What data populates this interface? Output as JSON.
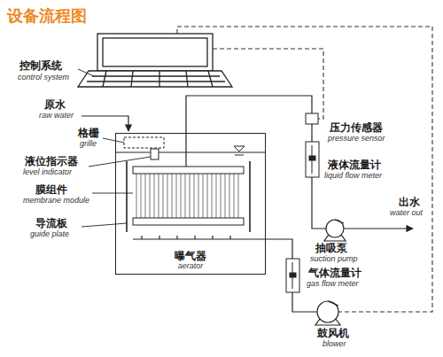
{
  "diagram": {
    "title": "设备流程图",
    "nodes": [
      {
        "text": [
          "曝气器",
          "aerator"
        ]
      }
    ],
    "labels": [
      "控制系统",
      "control system",
      "原水",
      "raw water",
      "格栅",
      "grille",
      "液位指示器",
      "level indicator",
      "膜组件",
      "membrane module",
      "导流板",
      "guide plate",
      "压力传感器",
      "pressure sensor",
      "液体流量计",
      "liquid flow meter",
      "出水",
      "water out",
      "抽吸泵",
      "suction pump",
      "气体流量计",
      "gas flow meter",
      "鼓风机",
      "blower"
    ]
  }
}
